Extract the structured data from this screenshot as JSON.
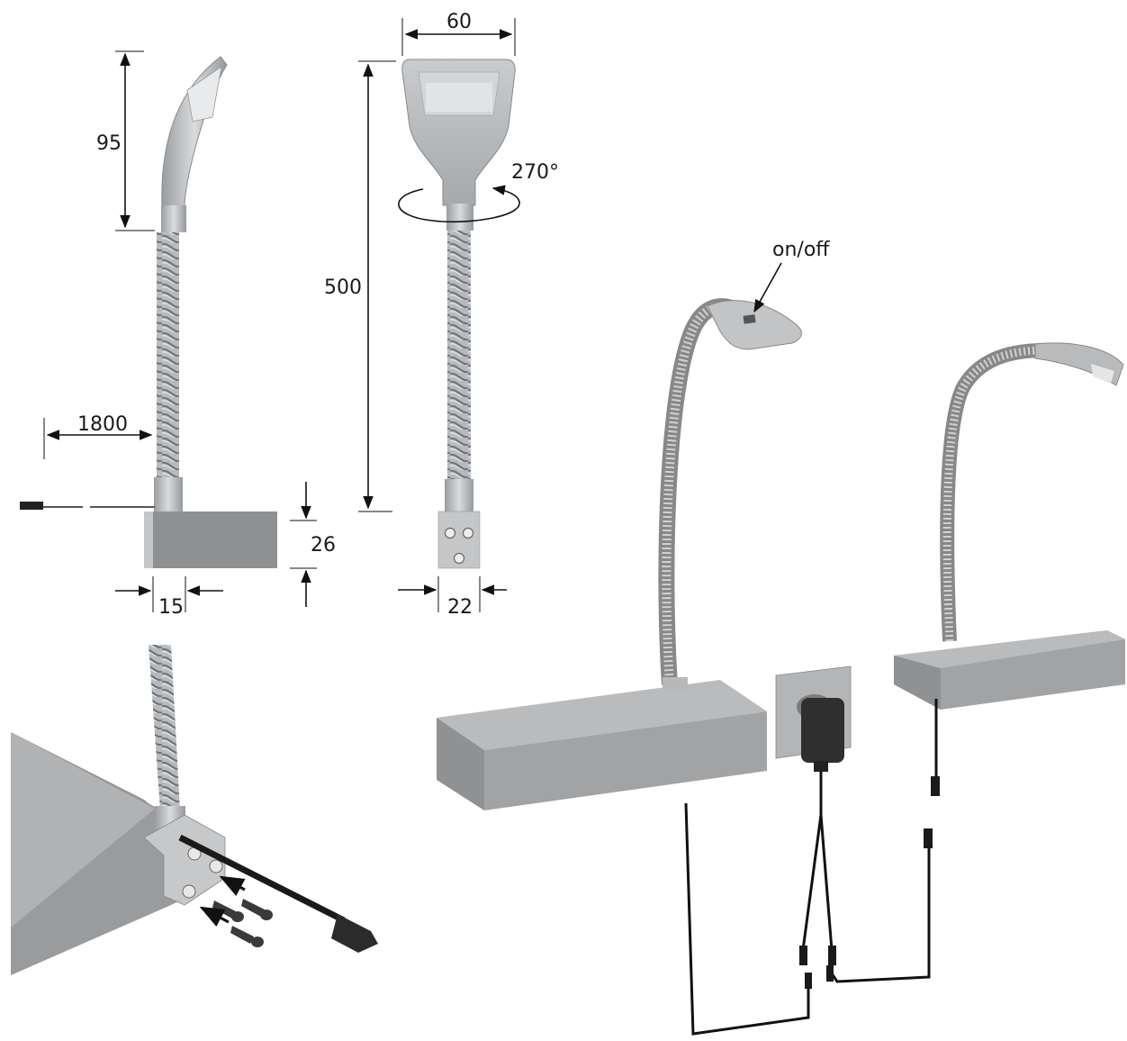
{
  "dimensions": {
    "head_length": "95",
    "head_width": "60",
    "rotation": "270°",
    "gooseneck_length": "500",
    "cable_length": "1800",
    "base_height": "26",
    "base_depth": "15",
    "base_width": "22"
  },
  "labels": {
    "switch": "on/off"
  },
  "colors": {
    "metal_light": "#d4d6d8",
    "metal_mid": "#b3b6b9",
    "metal_dark": "#8e9194",
    "shelf_top": "#b9bbbd",
    "shelf_front": "#999b9d",
    "base_block": "#8f9092",
    "line": "#111111"
  }
}
